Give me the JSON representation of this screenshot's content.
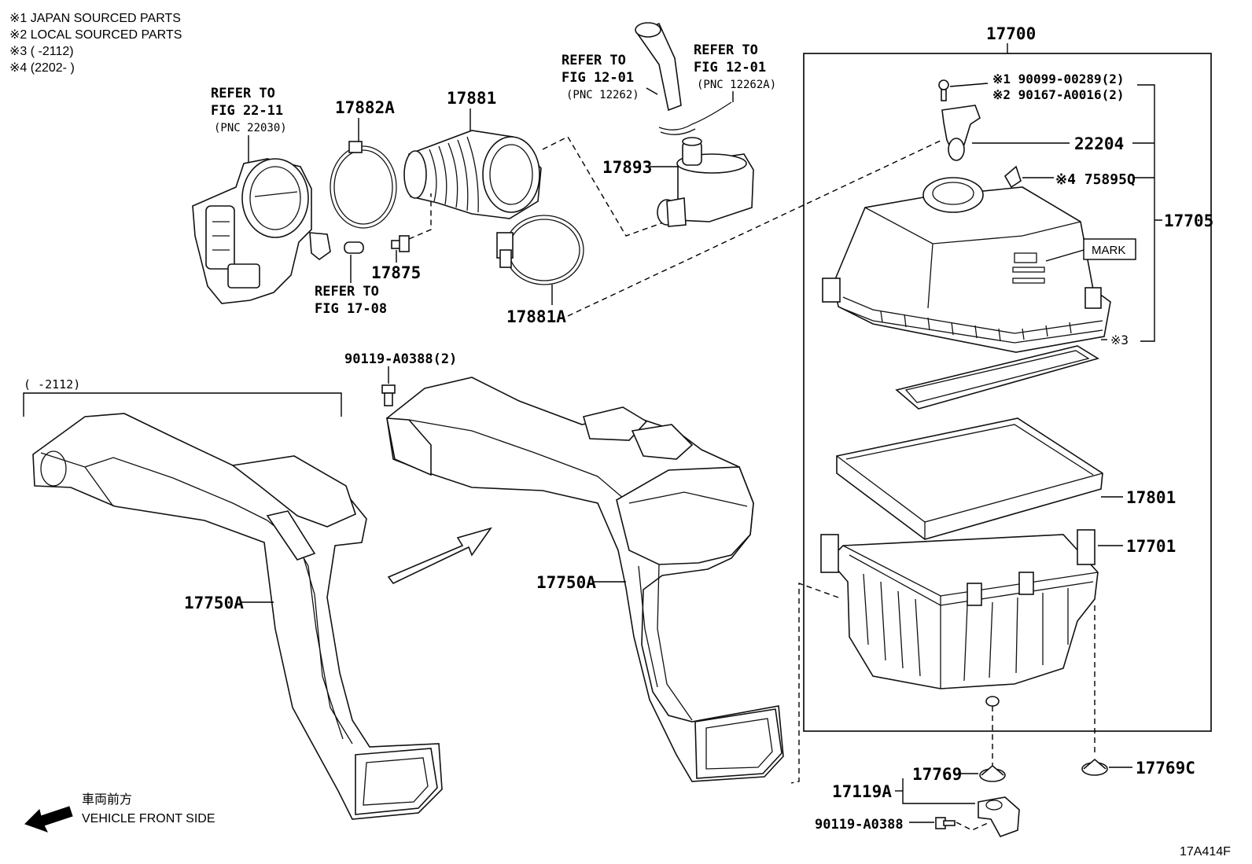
{
  "notes": [
    "※1  JAPAN SOURCED PARTS",
    "※2  LOCAL SOURCED PARTS",
    "※3 (       -2112)",
    "※4 (2202-       )"
  ],
  "refs": {
    "fig22": [
      "REFER TO",
      "FIG 22-11",
      "(PNC 22030)"
    ],
    "fig12a": [
      "REFER TO",
      "FIG 12-01",
      "(PNC 12262)"
    ],
    "fig12b": [
      "REFER TO",
      "FIG 12-01",
      "(PNC 12262A)"
    ],
    "fig17": [
      "REFER TO",
      "FIG 17-08"
    ]
  },
  "parts": {
    "p17700": "17700",
    "p17882A": "17882A",
    "p17881": "17881",
    "p17893": "17893",
    "p17875": "17875",
    "p17881A": "17881A",
    "p90099": "※1  90099-00289(2)",
    "p90167": "※2  90167-A0016(2)",
    "p22204": "22204",
    "p75895Q": "※4 75895Q",
    "p17705": "17705",
    "mark": "MARK",
    "n3": "※3",
    "p17801": "17801",
    "p17701": "17701",
    "p90119_2": "90119-A0388(2)",
    "range2112": "(       -2112)",
    "p17750A_left": "17750A",
    "p17750A_right": "17750A",
    "p17769": "17769",
    "p17769C": "17769C",
    "p17119A": "17119A",
    "p90119": "90119-A0388"
  },
  "front": {
    "jp": "車両前方",
    "en": "VEHICLE FRONT SIDE"
  },
  "figure_id": "17A414F"
}
